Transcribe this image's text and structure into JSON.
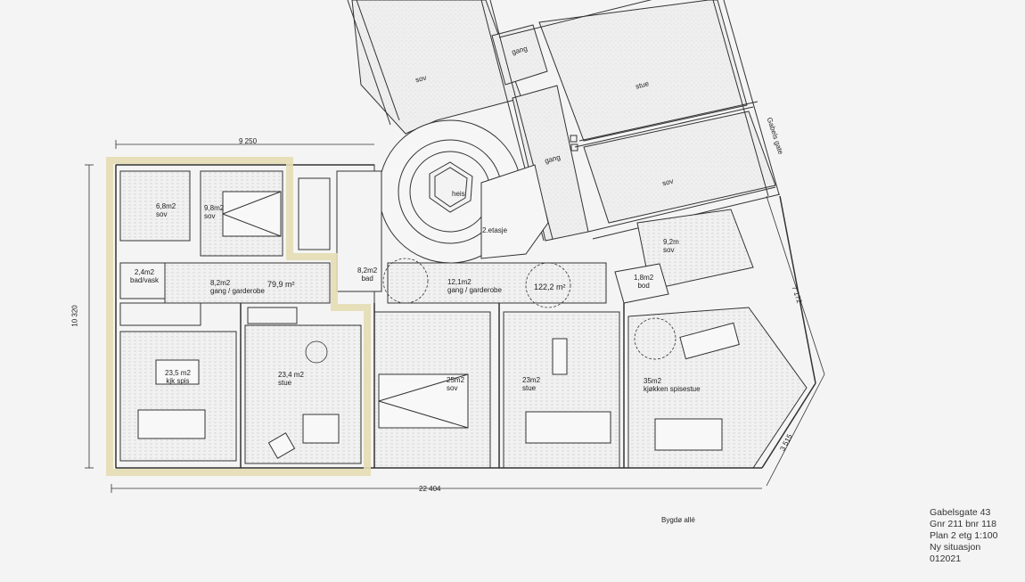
{
  "title_block": {
    "address": "Gabelsgate 43",
    "cadastral": "Gnr 211 bnr 118",
    "plan": "Plan 2 etg 1:100",
    "status": "Ny situasjon",
    "date_code": "012021"
  },
  "streets": {
    "top_right": "Gabels gate",
    "bottom": "Bygdø allé"
  },
  "dimensions": {
    "top": "9 250",
    "left": "10 320",
    "bottom": "22 404",
    "right_upper": "7 172",
    "right_lower": "3 515"
  },
  "highlight": {
    "color": "#e6ddb4",
    "area_label": "79,9 m²"
  },
  "main_apartment": {
    "total_area": "122,2 m²"
  },
  "rooms": [
    {
      "id": "sov-1",
      "area": "6,8m2",
      "name": "sov"
    },
    {
      "id": "sov-2",
      "area": "9,8m2",
      "name": "sov"
    },
    {
      "id": "bad-vask",
      "area": "2,4m2",
      "name": "bad/vask"
    },
    {
      "id": "gang-1",
      "area": "8,2m2",
      "name": "gang / garderobe"
    },
    {
      "id": "bad",
      "area": "8,2m2",
      "name": "bad"
    },
    {
      "id": "gang-2",
      "area": "12,1m2",
      "name": "gang / garderobe"
    },
    {
      "id": "kjk-spis",
      "area": "23,5 m2",
      "name": "kjk spis"
    },
    {
      "id": "stue-1",
      "area": "23,4 m2",
      "name": "stue"
    },
    {
      "id": "sov-3",
      "area": "25m2",
      "name": "sov"
    },
    {
      "id": "stue-2",
      "area": "23m2",
      "name": "stue"
    },
    {
      "id": "kjokken",
      "area": "35m2",
      "name": "kjøkken spisestue"
    },
    {
      "id": "sov-4",
      "area": "9,2m",
      "name": "sov"
    },
    {
      "id": "bod",
      "area": "1,8m2",
      "name": "bod"
    }
  ],
  "wing_rooms": {
    "sov_top": "sov",
    "gang_top": "gang",
    "stue": "stue",
    "gang_mid": "gang",
    "sov_right": "sov",
    "heis": "heis",
    "floor": "2.etasje"
  }
}
